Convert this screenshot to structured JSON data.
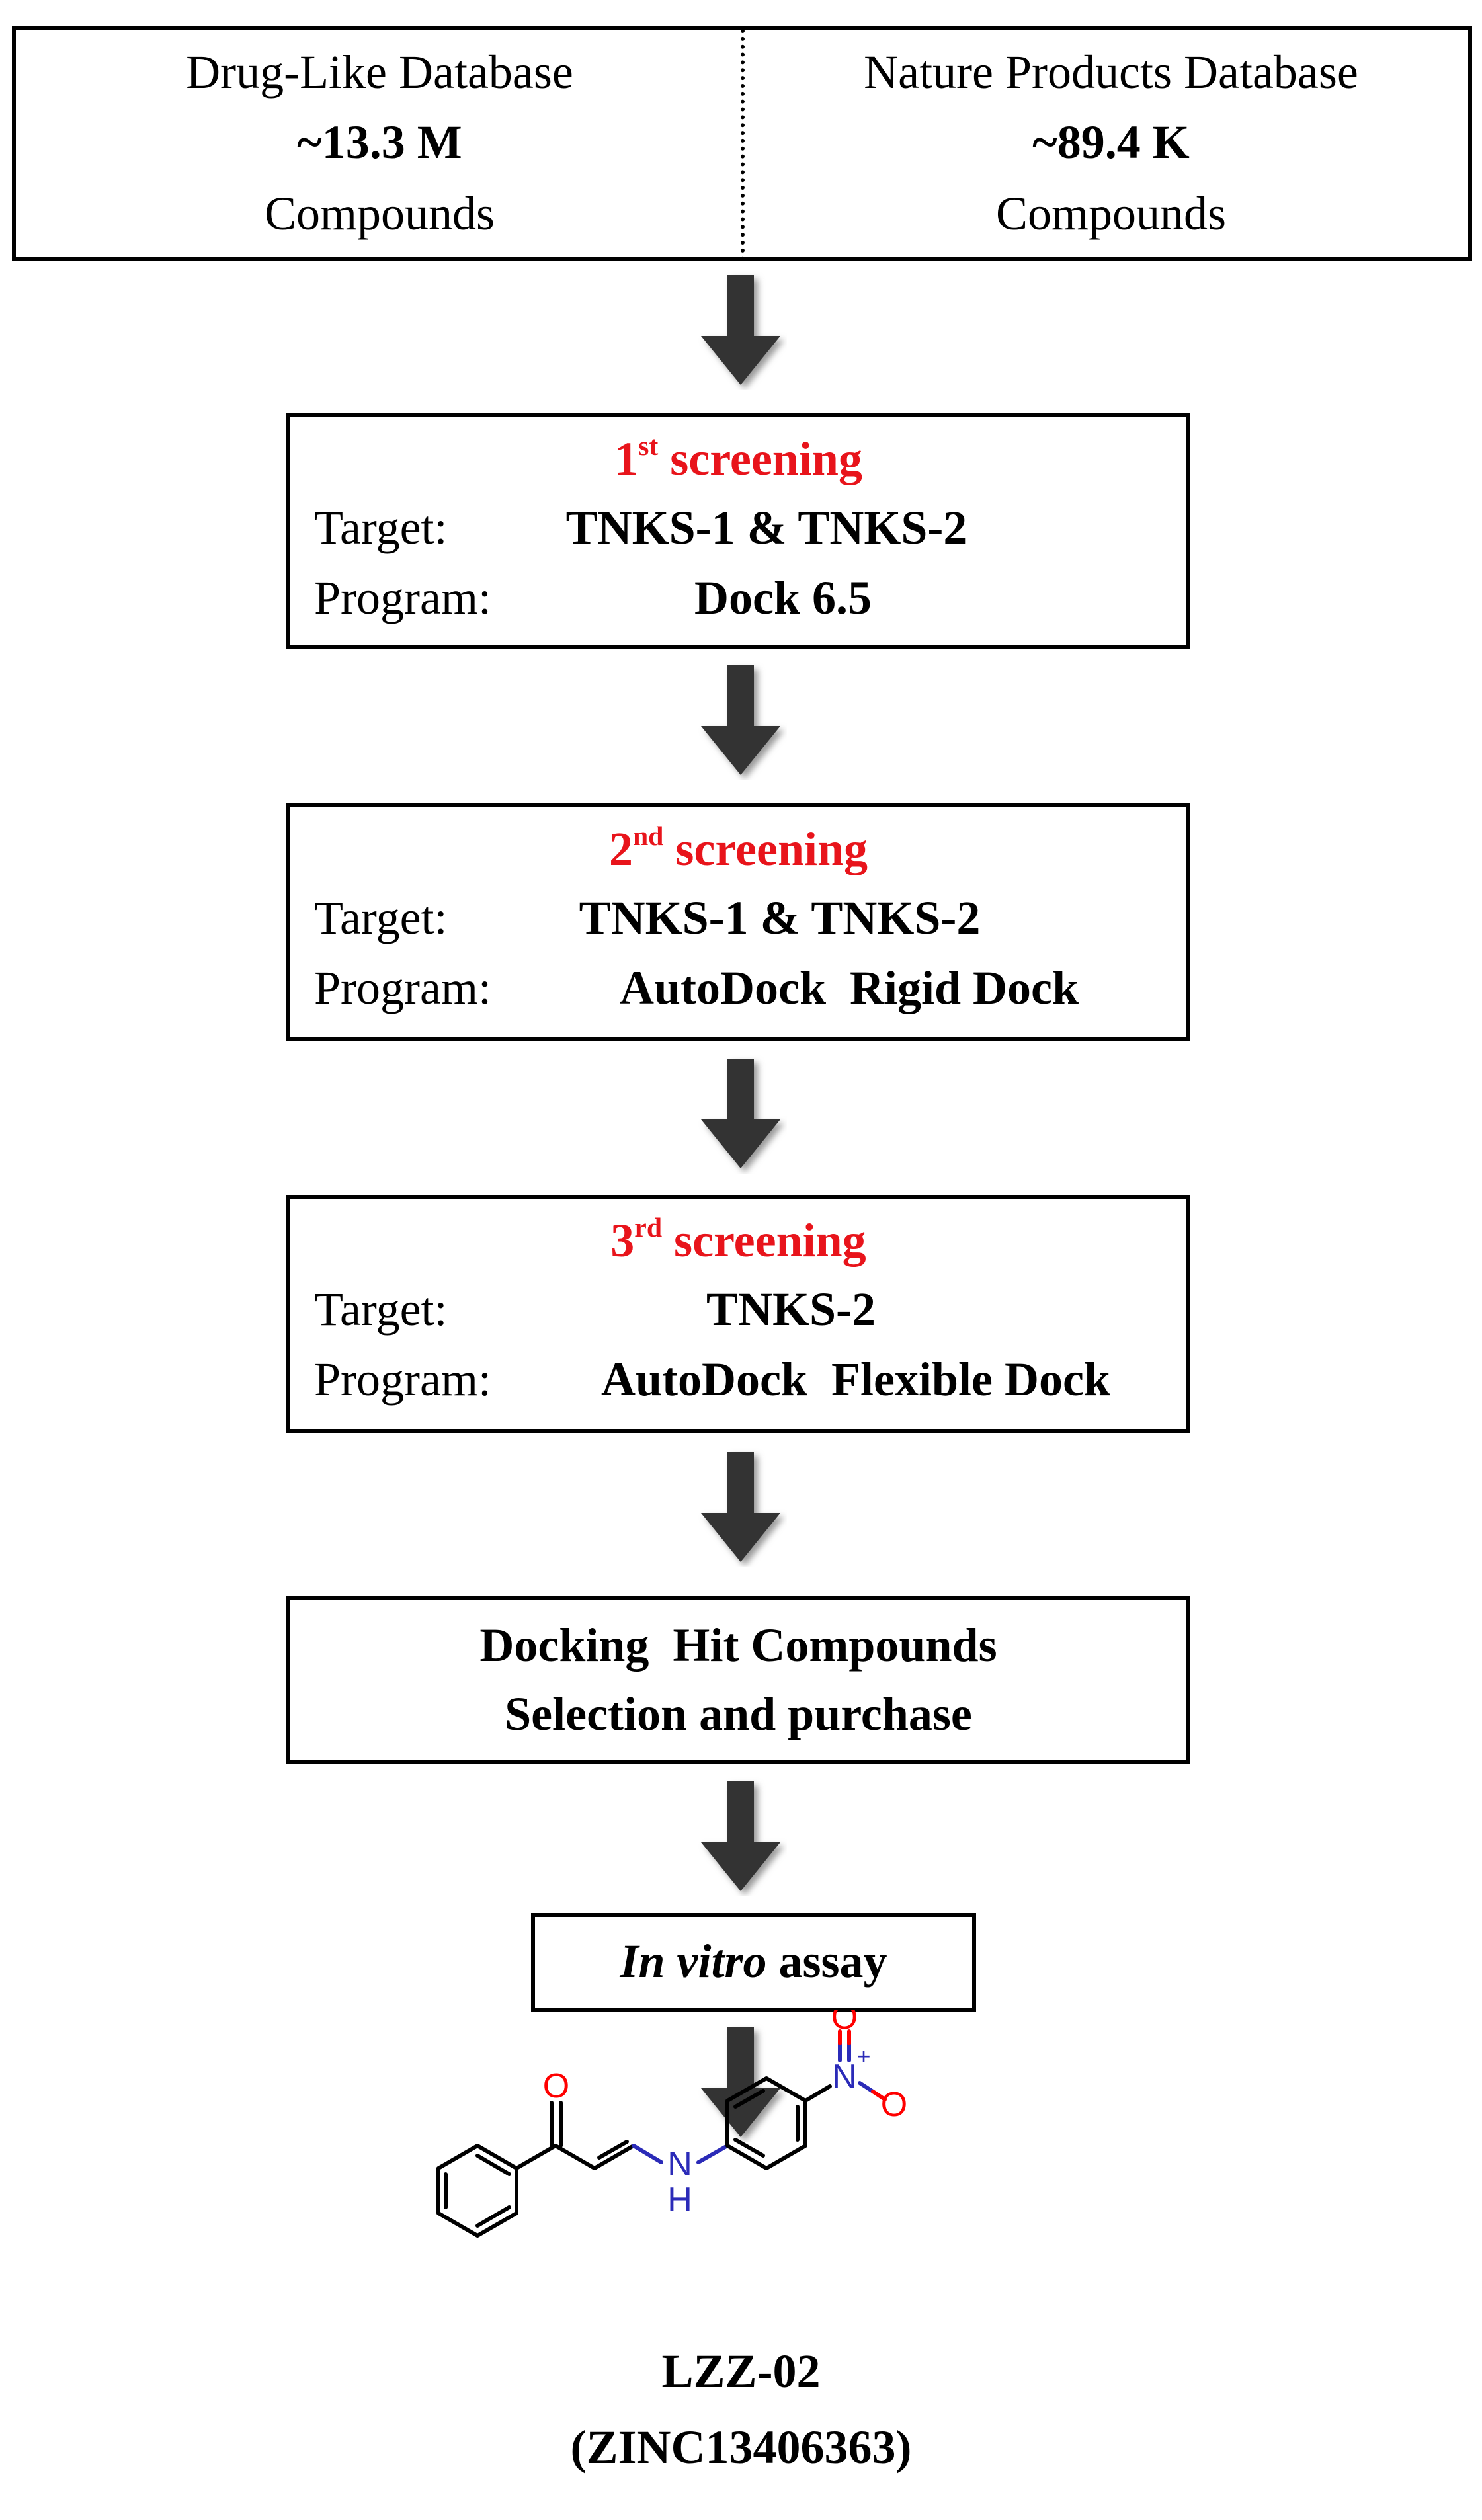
{
  "databases": {
    "left": {
      "name": "Drug-Like Database",
      "count": "~13.3 M",
      "unit": "Compounds"
    },
    "right": {
      "name": "Nature Products Database",
      "count": "~89.4 K",
      "unit": "Compounds"
    }
  },
  "screenings": [
    {
      "ordinal": "1",
      "suffix": "st",
      "title": "screening",
      "target_label": "Target:",
      "target": "TNKS-1 & TNKS-2",
      "program_label": "Program:",
      "program": "Dock 6.5"
    },
    {
      "ordinal": "2",
      "suffix": "nd",
      "title": "screening",
      "target_label": "Target:",
      "target": "TNKS-1 & TNKS-2",
      "program_label": "Program:",
      "program": "AutoDock  Rigid Dock"
    },
    {
      "ordinal": "3",
      "suffix": "rd",
      "title": "screening",
      "target_label": "Target:",
      "target": "TNKS-2",
      "program_label": "Program:",
      "program": "AutoDock  Flexible Dock"
    }
  ],
  "hits": {
    "line1": "Docking  Hit Compounds",
    "line2": "Selection and purchase"
  },
  "assay": {
    "italic": "In vitro",
    "rest": " assay"
  },
  "molecule": {
    "atoms": {
      "o": "O",
      "n": "N",
      "h": "H",
      "plus": "+",
      "minus": "-"
    },
    "name": "LZZ-02",
    "id": "(ZINC13406363)"
  },
  "colors": {
    "heading_red": "#e8141b",
    "oxygen": "#ff0000",
    "nitrogen": "#2b2bb8",
    "arrow": "#333333"
  }
}
